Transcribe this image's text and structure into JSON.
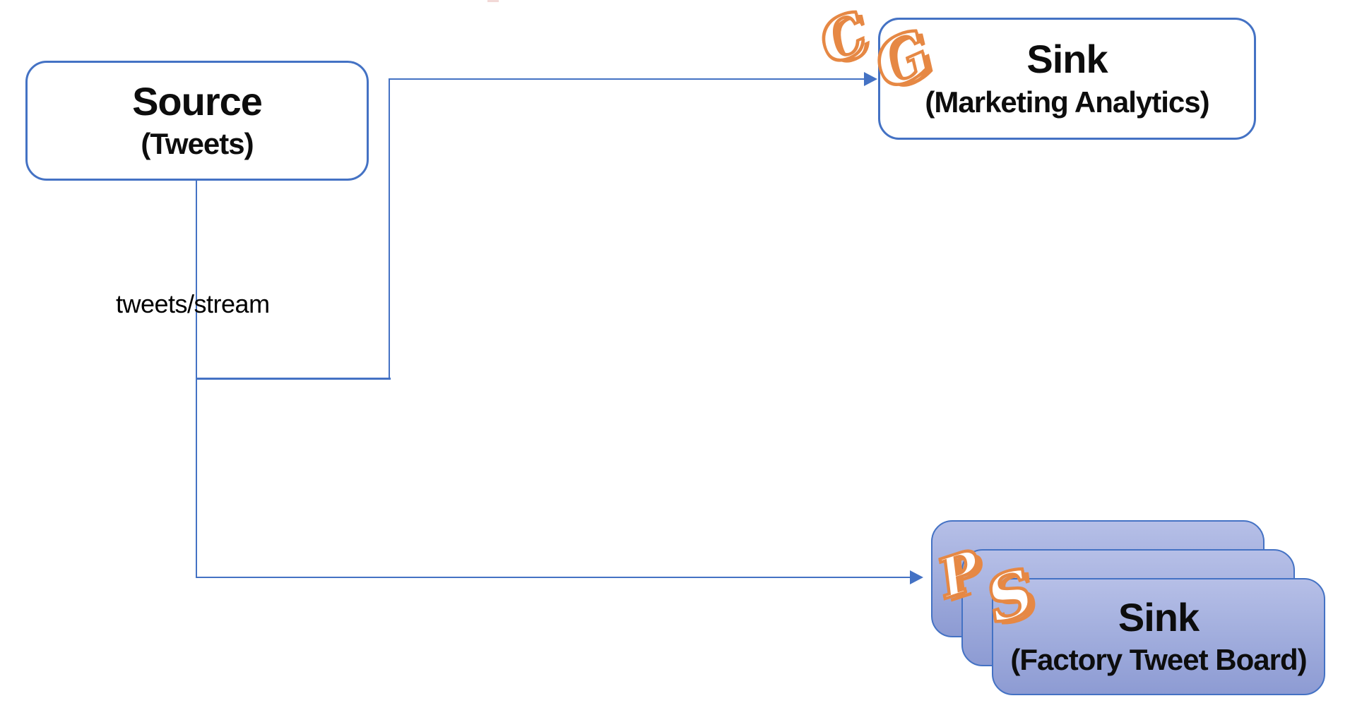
{
  "diagram": {
    "edge_label": "tweets/stream",
    "nodes": {
      "source": {
        "title": "Source",
        "subtitle": "(Tweets)"
      },
      "sink_marketing": {
        "title": "Sink",
        "subtitle": "(Marketing Analytics)"
      },
      "sink_factory": {
        "title": "Sink",
        "subtitle": "(Factory Tweet Board)"
      }
    },
    "logos": {
      "cg": {
        "letters": [
          "C",
          "G"
        ]
      },
      "ps": {
        "letters": [
          "P",
          "S"
        ]
      }
    },
    "colors": {
      "accent_blue": "#4472C4",
      "logo_orange": "#E68844",
      "stack_fill_top": "#B6BFE7",
      "stack_fill_bottom": "#8D9BD3",
      "node_text": "#0D0D0D"
    }
  }
}
